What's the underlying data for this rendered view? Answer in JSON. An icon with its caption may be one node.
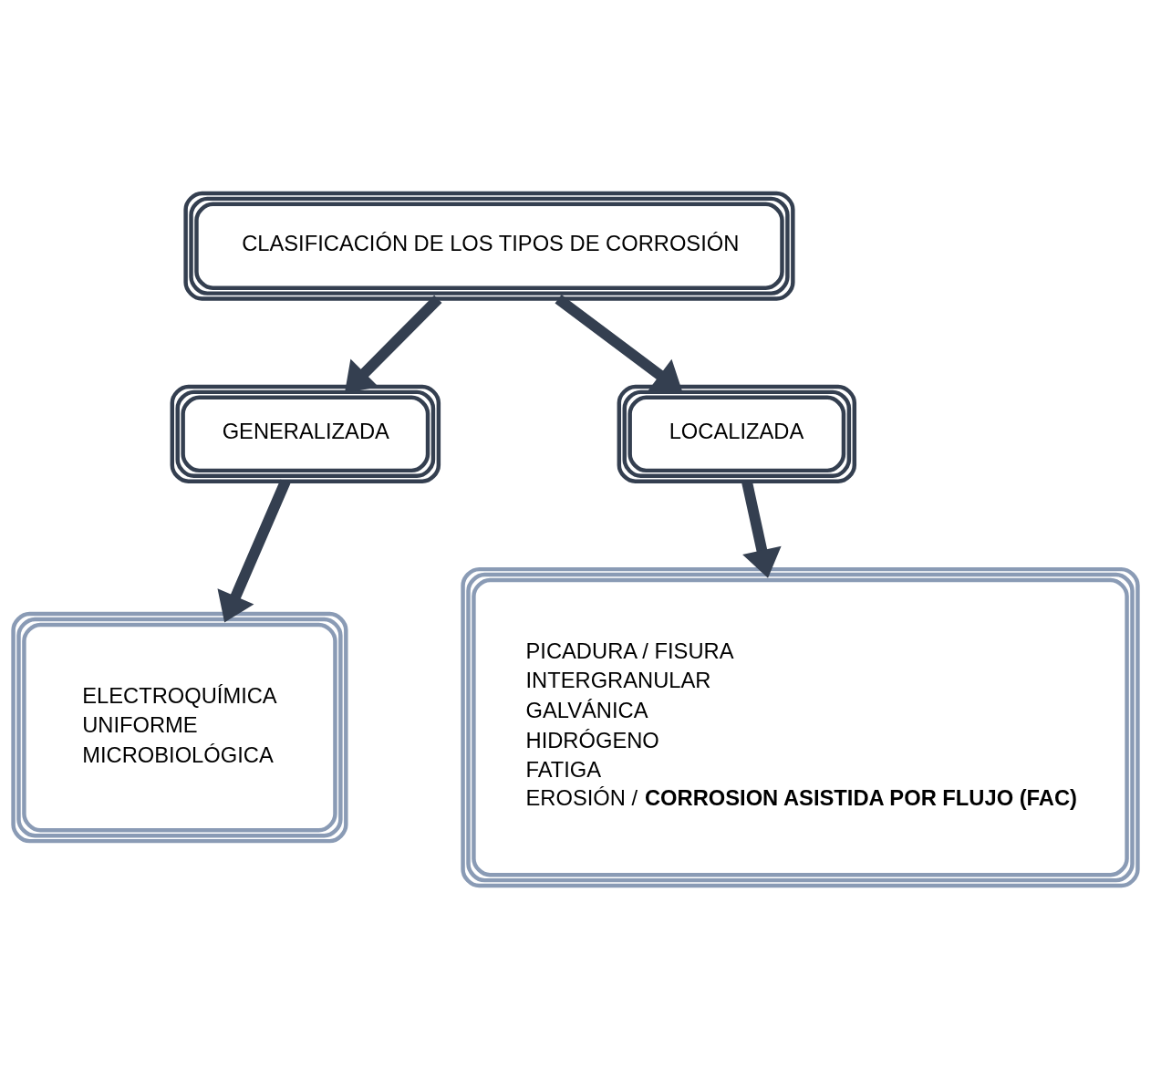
{
  "diagram": {
    "nodes": [
      {
        "text": [
          "CLASIFICACIÓN DE LOS TIPOS DE CORROSIÓN"
        ]
      },
      {
        "text": [
          "GENERALIZADA"
        ]
      },
      {
        "text": [
          "LOCALIZADA"
        ]
      },
      {
        "text": [
          "ELECTROQUÍMICA",
          "UNIFORME",
          "MICROBIOLÓGICA"
        ]
      },
      {
        "text": [
          "PICADURA / FISURA",
          "INTERGRANULAR",
          "GALVÁNICA",
          "HIDRÓGENO",
          "FATIGA",
          "EROSIÓN / **CORROSION ASISTIDA POR FLUJO (FAC)**"
        ]
      }
    ],
    "edges": [
      {
        "from": 0,
        "to": 1,
        "arrow": "to"
      },
      {
        "from": 0,
        "to": 2,
        "arrow": "to"
      },
      {
        "from": 1,
        "to": 3,
        "arrow": "to"
      },
      {
        "from": 2,
        "to": 4,
        "arrow": "to"
      }
    ]
  }
}
